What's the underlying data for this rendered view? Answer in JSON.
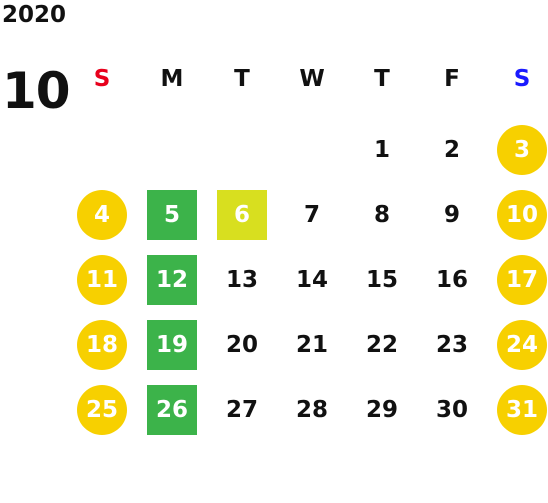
{
  "calendar": {
    "year": "2020",
    "month": "10",
    "weekdays": [
      {
        "label": "S",
        "color": "#e8001c"
      },
      {
        "label": "M",
        "color": "#111111"
      },
      {
        "label": "T",
        "color": "#111111"
      },
      {
        "label": "W",
        "color": "#111111"
      },
      {
        "label": "T",
        "color": "#111111"
      },
      {
        "label": "F",
        "color": "#111111"
      },
      {
        "label": "S",
        "color": "#1a1aff"
      }
    ],
    "colors": {
      "weekend_circle": "#f7d000",
      "highlight_green": "#3cb34a",
      "highlight_lime": "#d8df1f"
    },
    "weeks": [
      [
        null,
        null,
        null,
        null,
        {
          "day": "1"
        },
        {
          "day": "2"
        },
        {
          "day": "3",
          "style": "weekend"
        }
      ],
      [
        {
          "day": "4",
          "style": "weekend"
        },
        {
          "day": "5",
          "style": "green"
        },
        {
          "day": "6",
          "style": "lime"
        },
        {
          "day": "7"
        },
        {
          "day": "8"
        },
        {
          "day": "9"
        },
        {
          "day": "10",
          "style": "weekend"
        }
      ],
      [
        {
          "day": "11",
          "style": "weekend"
        },
        {
          "day": "12",
          "style": "green"
        },
        {
          "day": "13"
        },
        {
          "day": "14"
        },
        {
          "day": "15"
        },
        {
          "day": "16"
        },
        {
          "day": "17",
          "style": "weekend"
        }
      ],
      [
        {
          "day": "18",
          "style": "weekend"
        },
        {
          "day": "19",
          "style": "green"
        },
        {
          "day": "20"
        },
        {
          "day": "21"
        },
        {
          "day": "22"
        },
        {
          "day": "23"
        },
        {
          "day": "24",
          "style": "weekend"
        }
      ],
      [
        {
          "day": "25",
          "style": "weekend"
        },
        {
          "day": "26",
          "style": "green"
        },
        {
          "day": "27"
        },
        {
          "day": "28"
        },
        {
          "day": "29"
        },
        {
          "day": "30"
        },
        {
          "day": "31",
          "style": "weekend"
        }
      ]
    ]
  }
}
